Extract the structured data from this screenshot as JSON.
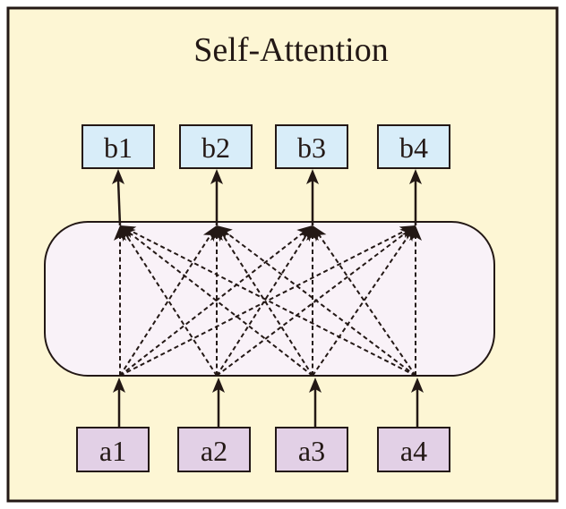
{
  "title": "Self-Attention",
  "colors": {
    "frame_fill": "#fdf6d4",
    "panel_fill": "#f9f2f8",
    "output_box_fill": "#d8edf9",
    "input_box_fill": "#e2d0e6",
    "stroke": "#231815"
  },
  "outputs": [
    {
      "label": "b1"
    },
    {
      "label": "b2"
    },
    {
      "label": "b3"
    },
    {
      "label": "b4"
    }
  ],
  "inputs": [
    {
      "label": "a1"
    },
    {
      "label": "a2"
    },
    {
      "label": "a3"
    },
    {
      "label": "a4"
    }
  ],
  "connections": "all-to-all"
}
